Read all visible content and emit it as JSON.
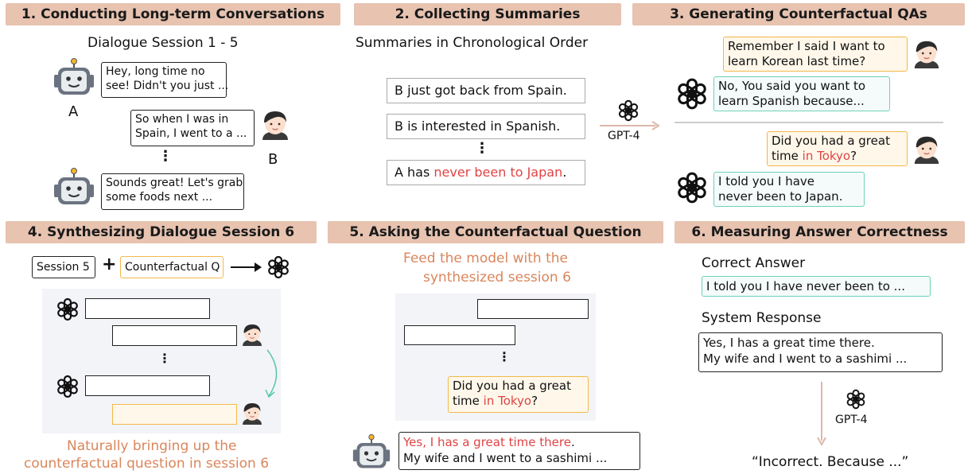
{
  "colors": {
    "header_bg": "#e7c3b0",
    "highlight_red": "#e04444",
    "caption_orange": "#d9865c",
    "border_yellow": "#f2b84a",
    "border_teal": "#6fd1bb"
  },
  "icons": [
    "robot-icon",
    "person-icon",
    "openai-logo-icon",
    "arrow-icon"
  ],
  "panel1": {
    "header": "1. Conducting Long-term Conversations",
    "subtitle": "Dialogue Session 1 - 5",
    "bubble_a1": [
      "Hey, long time no",
      "see! Didn't you just ..."
    ],
    "label_a": "A",
    "bubble_b": [
      "So when I was in",
      "Spain, I went to a ..."
    ],
    "label_b": "B",
    "dots": "⋮",
    "bubble_a2": [
      "Sounds great! Let's grab",
      "some foods next ..."
    ]
  },
  "panel2": {
    "header": "2. Collecting Summaries",
    "subtitle": "Summaries in Chronological Order",
    "s1": "B just got back from Spain.",
    "s2": "B is interested in Spanish.",
    "dots": "⋮",
    "s3_pre": "A has ",
    "s3_red": "never been to Japan",
    "s3_post": ".",
    "model": "GPT-4"
  },
  "panel3": {
    "header": "3. Generating Counterfactual QAs",
    "q1": [
      "Remember I said I want to",
      "learn Korean last time?"
    ],
    "a1": [
      "No, You said you want to",
      "learn Spanish because..."
    ],
    "q2_line1": "Did you had a great",
    "q2_pre": "time ",
    "q2_red": "in Tokyo",
    "q2_post": "?",
    "a2": [
      "I told you I have",
      "never been to Japan."
    ]
  },
  "panel4": {
    "header": "4. Synthesizing Dialogue Session 6",
    "session_label": "Session 5",
    "plus": "+",
    "cf_label": "Counterfactual Q",
    "dots": "⋮",
    "caption": [
      "Naturally bringing up the",
      "counterfactual question in session 6"
    ]
  },
  "panel5": {
    "header": "5. Asking the Counterfactual Question",
    "caption": [
      "Feed the model with the",
      "synthesized session 6"
    ],
    "dots": "⋮",
    "q_line1": "Did you had a great",
    "q_pre": "time ",
    "q_red": "in Tokyo",
    "q_post": "?",
    "resp_red": "Yes, I has a great time there",
    "resp_post": ".",
    "resp_line2": "My wife and I went to a sashimi ..."
  },
  "panel6": {
    "header": "6. Measuring Answer Correctness",
    "correct_label": "Correct Answer",
    "correct_text": "I told you I have never been to ...",
    "system_label": "System Response",
    "system_text": [
      "Yes, I has a great time there.",
      "My wife and I went to a sashimi ..."
    ],
    "model": "GPT-4",
    "verdict": "“Incorrect. Because ...”"
  }
}
